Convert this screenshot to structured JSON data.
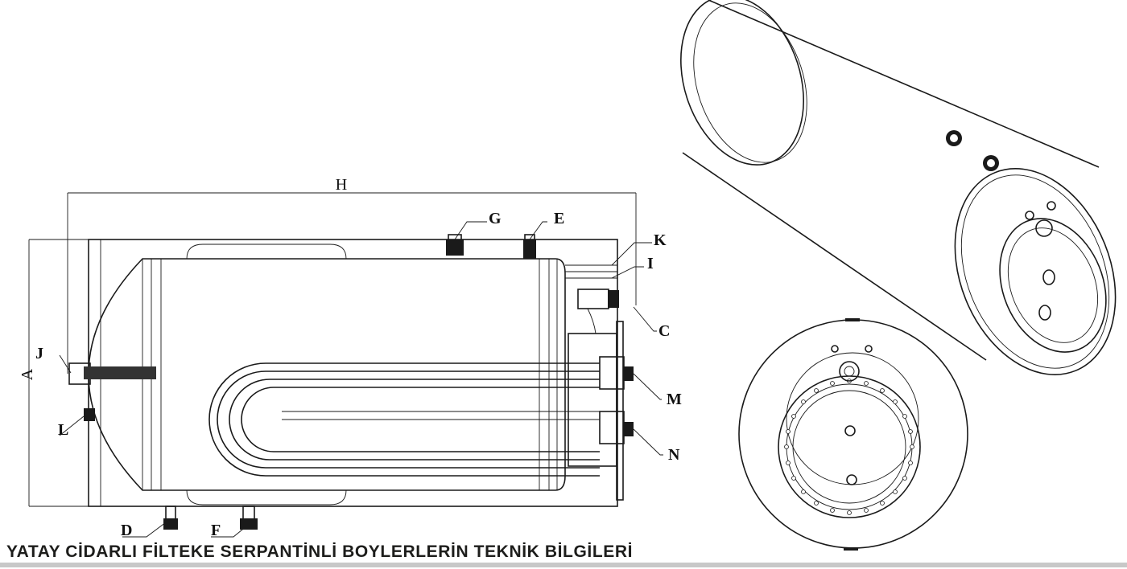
{
  "labels": {
    "G": "G",
    "E": "E",
    "K": "K",
    "I": "I",
    "C": "C",
    "J": "J",
    "L": "L",
    "M": "M",
    "N": "N",
    "D": "D",
    "F": "F"
  },
  "dimensions": {
    "length": "H",
    "height": "A"
  },
  "caption": "YATAY CİDARLI FİLTEKE SERPANTİNLİ BOYLERLERİN TEKNİK BİLGİLERİ",
  "colors": {
    "line": "#1a1a1a",
    "rule": "#c8c8c8",
    "caption": "#1d1d1b"
  }
}
